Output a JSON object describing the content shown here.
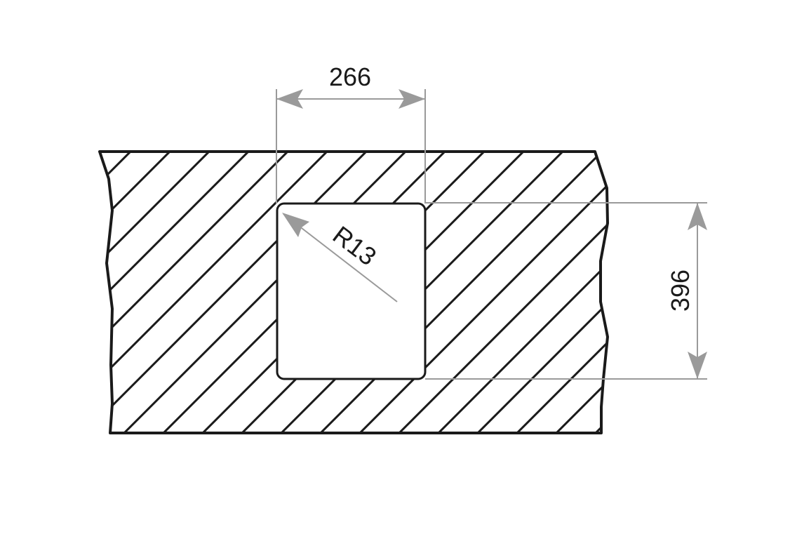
{
  "dimensions": {
    "width": {
      "value": "266"
    },
    "height": {
      "value": "396"
    },
    "radius": {
      "value": "R13"
    }
  },
  "colors": {
    "outline": "#1a1a1a",
    "dimension_line": "#9a9a9a",
    "background": "#ffffff"
  }
}
